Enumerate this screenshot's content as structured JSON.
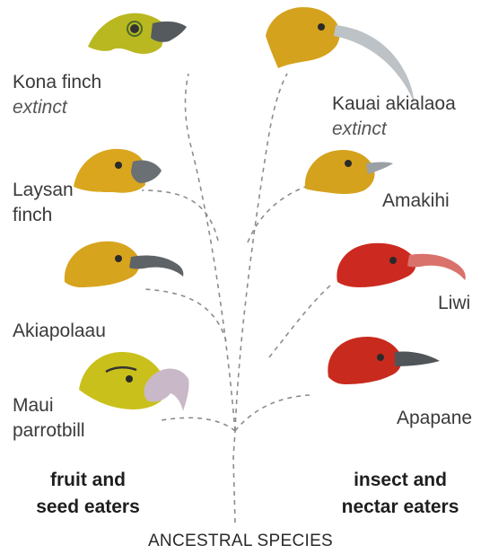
{
  "species": {
    "kona": {
      "name": "Kona finch",
      "status": "extinct",
      "head_color": "#b9b820",
      "beak_color": "#555a5e"
    },
    "kauai": {
      "name": "Kauai akialaoa",
      "status": "extinct",
      "head_color": "#d4a21c",
      "beak_color": "#bcc2c6"
    },
    "laysan": {
      "name_line1": "Laysan",
      "name_line2": "finch",
      "head_color": "#d9a61e",
      "beak_color": "#6b7075"
    },
    "amakihi": {
      "name": "Amakihi",
      "head_color": "#d4a21c",
      "beak_color": "#9aa0a4"
    },
    "akiapolaau": {
      "name": "Akiapolaau",
      "head_color": "#d7a41e",
      "beak_color": "#5e6367"
    },
    "liwi": {
      "name": "Liwi",
      "head_color": "#cc2a20",
      "beak_color": "#d9726b"
    },
    "maui": {
      "name_line1": "Maui",
      "name_line2": "parrotbill",
      "head_color": "#c9c01c",
      "beak_color": "#c9b8c8"
    },
    "apapane": {
      "name": "Apapane",
      "head_color": "#c92a1e",
      "beak_color": "#4f5559"
    }
  },
  "groups": {
    "left_line1": "fruit and",
    "left_line2": "seed eaters",
    "right_line1": "insect and",
    "right_line2": "nectar eaters"
  },
  "root_label": "ANCESTRAL SPECIES"
}
